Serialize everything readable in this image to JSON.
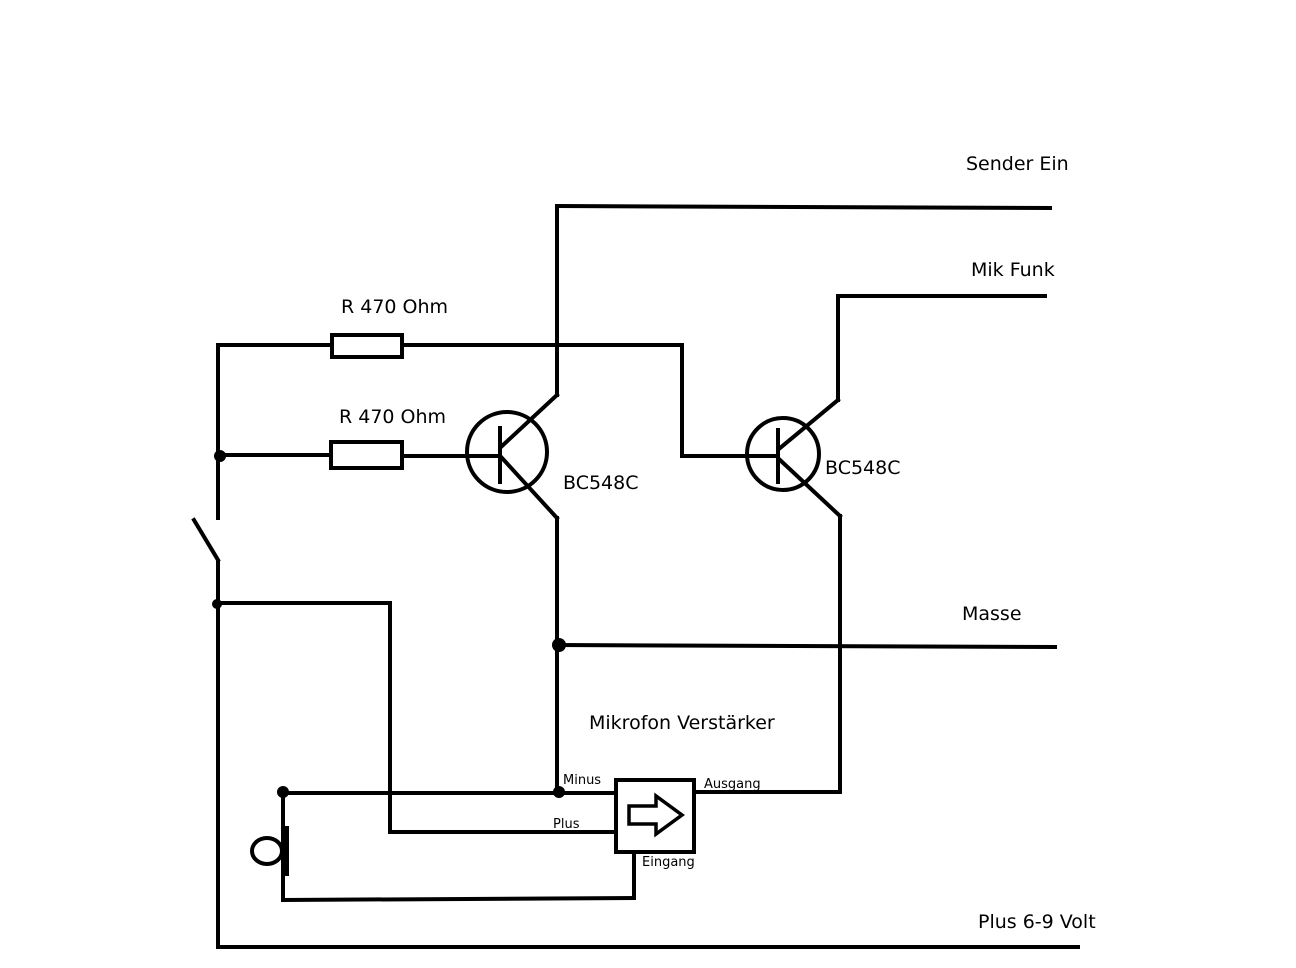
{
  "labels": {
    "sender_ein": "Sender Ein",
    "mik_funk": "Mik Funk",
    "masse": "Masse",
    "plus_supply": "Plus 6-9 Volt",
    "mic_amp": "Mikrofon Verstärker"
  },
  "resistors": [
    {
      "label": "R 470 Ohm"
    },
    {
      "label": "R 470 Ohm"
    }
  ],
  "transistors": [
    {
      "label": "BC548C"
    },
    {
      "label": "BC548C"
    }
  ],
  "amplifier": {
    "minus": "Minus",
    "plus": "Plus",
    "ausgang": "Ausgang",
    "eingang": "Eingang"
  }
}
